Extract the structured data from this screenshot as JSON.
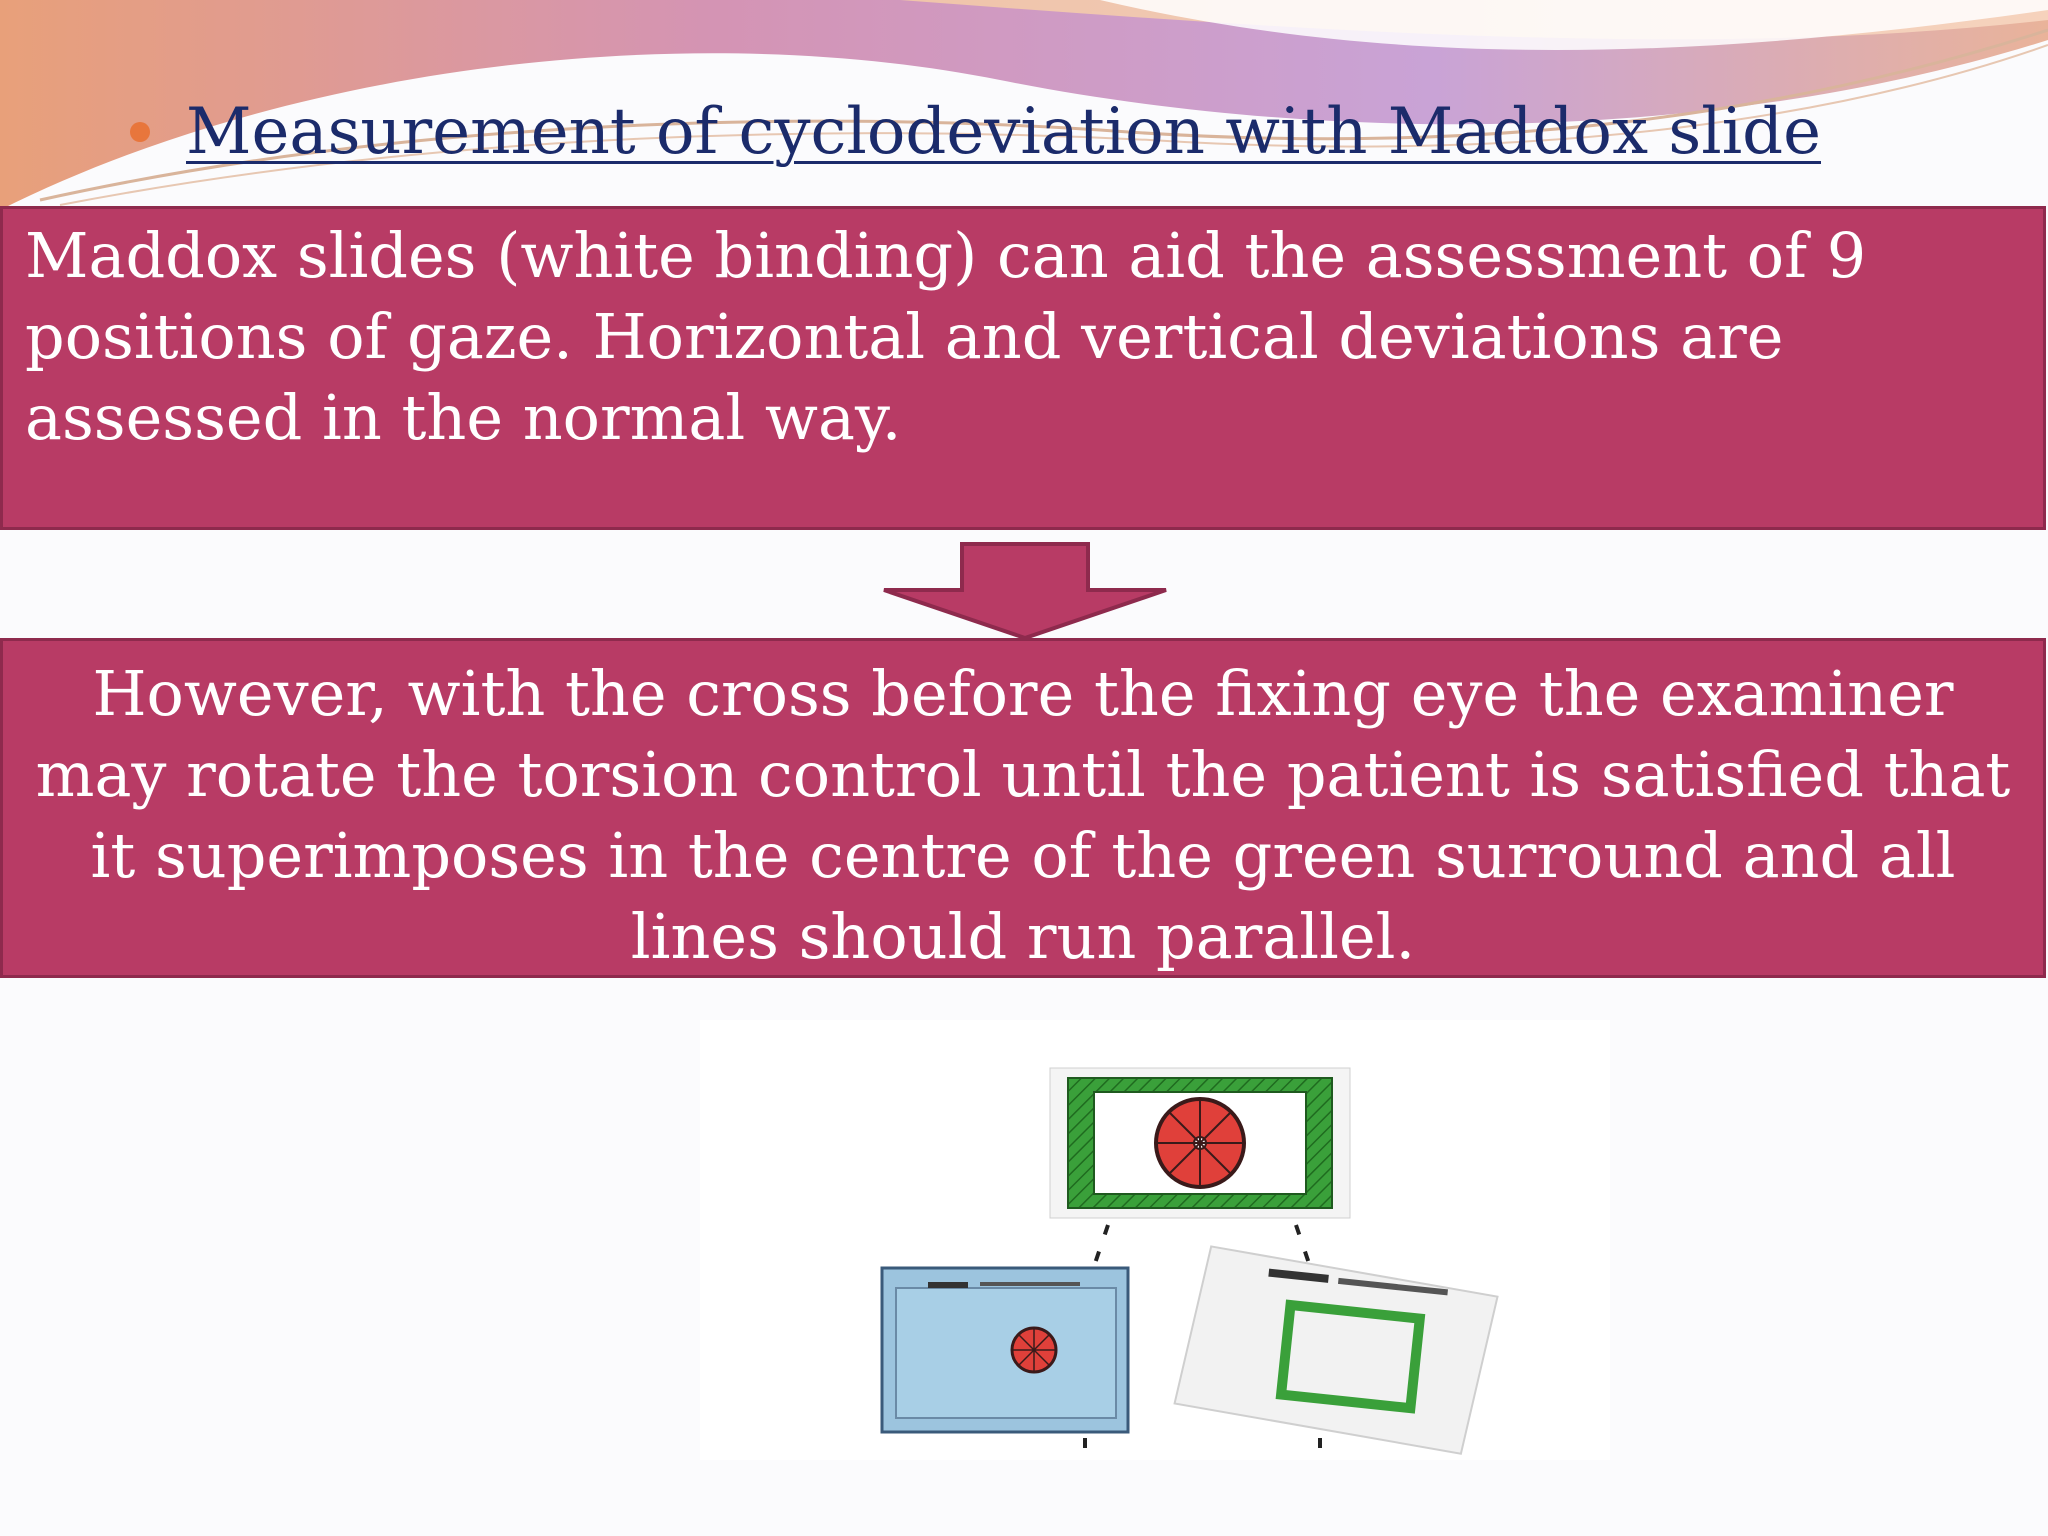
{
  "slide": {
    "title": "Measurement of cyclodeviation with Maddox slide",
    "box1_text": "Maddox slides (white binding) can aid the assessment of 9 positions of gaze. Horizontal and vertical deviations are assessed in the normal way.",
    "box2_text": "However, with the cross before the fixing eye the examiner may rotate the torsion control until the patient is satisfied that it superimposes in the centre of the green surround and all lines should run parallel."
  },
  "colors": {
    "box_fill": "#b83b65",
    "box_border": "#8e2a4d",
    "title_text": "#1b2b6b",
    "bullet": "#e8763c",
    "slide_green": "#3aa03a",
    "target_red": "#e0403a",
    "slide_blue": "#9cc4de"
  },
  "icons": {
    "bullet": "orange-circle-bullet-icon",
    "arrow": "down-arrow-icon"
  }
}
